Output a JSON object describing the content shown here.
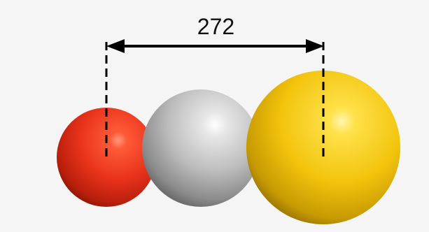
{
  "measurement": {
    "distance_label": "272"
  },
  "atoms": [
    {
      "color": "#e8321b",
      "name": "red-sphere"
    },
    {
      "color": "#b9b9b9",
      "name": "gray-sphere"
    },
    {
      "color": "#f2c40c",
      "name": "yellow-sphere"
    }
  ],
  "colors": {
    "background": "#f5f5f5",
    "line": "#000000",
    "text": "#111111"
  }
}
